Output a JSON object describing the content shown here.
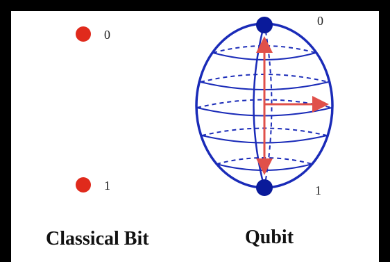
{
  "classical_bit": {
    "state0_label": "0",
    "state1_label": "1",
    "caption": "Classical Bit"
  },
  "qubit": {
    "north_label": "0",
    "south_label": "1",
    "caption": "Qubit"
  },
  "colors": {
    "sphere": "#1a2bb8",
    "pole_dot": "#0a1a9a",
    "bit_dot": "#e02a1c",
    "arrow": "#e0504a",
    "background": "#ffffff",
    "border": "#000000"
  }
}
